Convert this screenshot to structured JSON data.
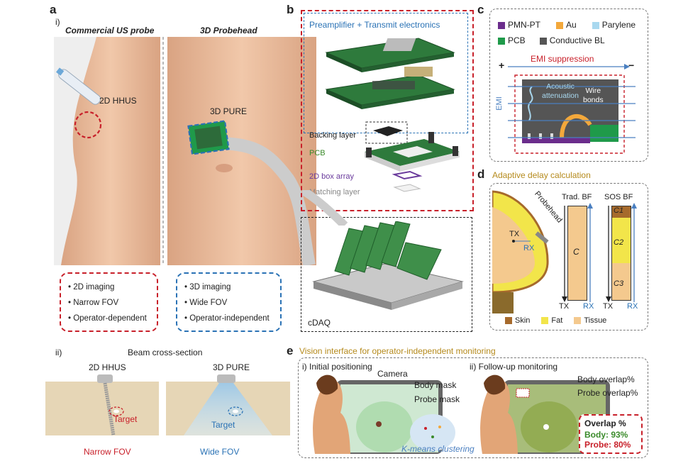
{
  "panel_a": {
    "label": "a",
    "sub_i": "i)",
    "left_title": "Commercial US probe",
    "right_title": "3D Probehead",
    "probe_2d": "2D HHUS",
    "probe_3d": "3D PURE",
    "left_bullets": [
      "• 2D imaging",
      "• Narrow FOV",
      "• Operator-dependent"
    ],
    "right_bullets": [
      "• 3D imaging",
      "• Wide FOV",
      "• Operator-independent"
    ],
    "sub_ii": "ii)",
    "beam_title": "Beam cross-section",
    "beam_left": "2D HHUS",
    "beam_right": "3D PURE",
    "target": "Target",
    "narrow_fov": "Narrow FOV",
    "wide_fov": "Wide FOV"
  },
  "panel_b": {
    "label": "b",
    "electronics": "Preamplifier + Transmit electronics",
    "backing": "Backing layer",
    "pcb": "PCB",
    "box_array": "2D box array",
    "matching": "Matching layer",
    "cdaq": "cDAQ"
  },
  "panel_c": {
    "label": "c",
    "legend": [
      {
        "name": "PMN-PT",
        "color": "#6b2d8c"
      },
      {
        "name": "Au",
        "color": "#f3a83b"
      },
      {
        "name": "Parylene",
        "color": "#a9d8ef"
      },
      {
        "name": "PCB",
        "color": "#1f9a4a"
      },
      {
        "name": "Conductive BL",
        "color": "#555555"
      }
    ],
    "emi_suppression": "EMI suppression",
    "plus": "+",
    "minus": "−",
    "emi": "EMI",
    "acoustic": "Acoustic\nattenuation",
    "wire": "Wire\nbonds"
  },
  "panel_d": {
    "label": "d",
    "title": "Adaptive delay calculation",
    "probehead": "Probehead",
    "tx": "TX",
    "rx": "RX",
    "trad_bf": "Trad. BF",
    "sos_bf": "SOS BF",
    "c": "C",
    "c1": "C1",
    "c2": "C2",
    "c3": "C3",
    "legend": [
      {
        "name": "Skin",
        "color": "#a66a2c"
      },
      {
        "name": "Fat",
        "color": "#f2e54a"
      },
      {
        "name": "Tissue",
        "color": "#f4c98e"
      }
    ]
  },
  "panel_e": {
    "label": "e",
    "title": "Vision interface for operator-independent monitoring",
    "initial": "i) Initial positioning",
    "followup": "ii) Follow-up monitoring",
    "camera": "Camera",
    "body_mask": "Body mask",
    "probe_mask": "Probe mask",
    "kmeans": "K-means clustering",
    "body_overlap": "Body overlap%",
    "probe_overlap": "Probe overlap%",
    "overlap_title": "Overlap %",
    "body_value": "Body: 93%",
    "probe_value": "Probe: 80%"
  }
}
